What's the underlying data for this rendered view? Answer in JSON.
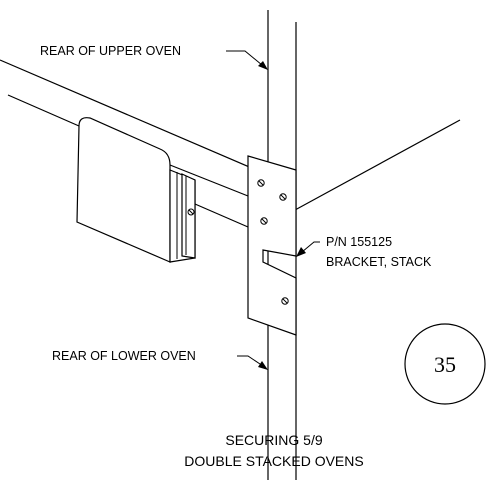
{
  "labels": {
    "upper_oven": "REAR OF UPPER OVEN",
    "lower_oven": "REAR OF LOWER OVEN",
    "part_number": "P/N 155125",
    "part_name": "BRACKET, STACK"
  },
  "figure_number": "35",
  "caption": {
    "line1": "SECURING 5/9",
    "line2": "DOUBLE STACKED OVENS"
  }
}
